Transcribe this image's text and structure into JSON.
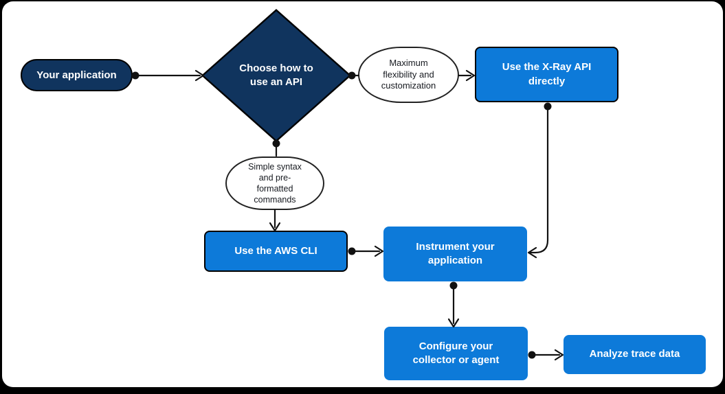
{
  "diagram_title": "Choosing how to use an API with AWS X-Ray (flowchart)",
  "colors": {
    "navy": "#10345E",
    "blue": "#0D7AD9",
    "line": "#111111",
    "canvas": "#FFFFFF",
    "frame": "#000000"
  },
  "nodes": {
    "your_application": {
      "label": "Your application",
      "shape": "pill",
      "fill": "navy"
    },
    "choose_api": {
      "label": "Choose how to use an API",
      "shape": "diamond",
      "fill": "navy"
    },
    "max_flexibility": {
      "label": "Maximum flexibility and customization",
      "shape": "oval",
      "fill": "white"
    },
    "use_xray_api": {
      "label": "Use the X-Ray API directly",
      "shape": "process",
      "fill": "blue"
    },
    "simple_syntax": {
      "label": "Simple syntax and pre-formatted commands",
      "shape": "oval",
      "fill": "white"
    },
    "use_aws_cli": {
      "label": "Use the AWS CLI",
      "shape": "process",
      "fill": "blue"
    },
    "instrument_app": {
      "label": "Instrument your application",
      "shape": "process",
      "fill": "blue"
    },
    "configure_collector": {
      "label": "Configure your collector or agent",
      "shape": "process",
      "fill": "blue"
    },
    "analyze_trace": {
      "label": "Analyze trace data",
      "shape": "process",
      "fill": "blue"
    }
  },
  "edges": [
    {
      "from": "your_application",
      "to": "choose_api",
      "arrow": true
    },
    {
      "from": "choose_api",
      "to": "max_flexibility",
      "arrow": false
    },
    {
      "from": "max_flexibility",
      "to": "use_xray_api",
      "arrow": true
    },
    {
      "from": "choose_api",
      "to": "simple_syntax",
      "arrow": false
    },
    {
      "from": "simple_syntax",
      "to": "use_aws_cli",
      "arrow": true
    },
    {
      "from": "use_xray_api",
      "to": "instrument_app",
      "arrow": true
    },
    {
      "from": "use_aws_cli",
      "to": "instrument_app",
      "arrow": true
    },
    {
      "from": "instrument_app",
      "to": "configure_collector",
      "arrow": true
    },
    {
      "from": "configure_collector",
      "to": "analyze_trace",
      "arrow": true
    }
  ]
}
